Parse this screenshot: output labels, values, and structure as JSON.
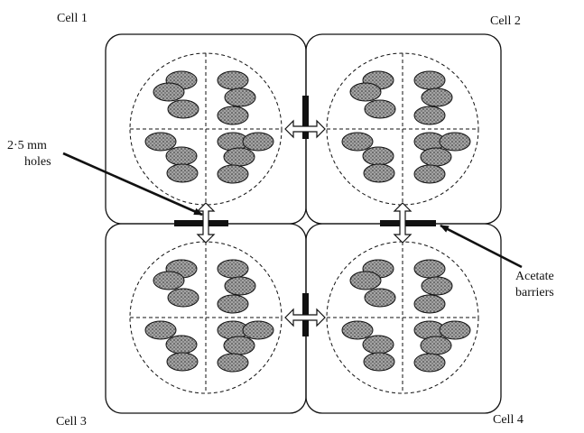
{
  "labels": {
    "cell1": "Cell 1",
    "cell2": "Cell 2",
    "cell3": "Cell 3",
    "cell4": "Cell 4",
    "holes_line1": "2·5 mm",
    "holes_line2": "holes",
    "barriers_line1": "Acetate",
    "barriers_line2": "barriers"
  },
  "colors": {
    "outline": "#111111",
    "disc_fill": "#8a8a8a",
    "disc_fill_light": "#b8b8b8",
    "barrier": "#111111",
    "arrow_fill": "#ffffff",
    "background": "#ffffff"
  }
}
